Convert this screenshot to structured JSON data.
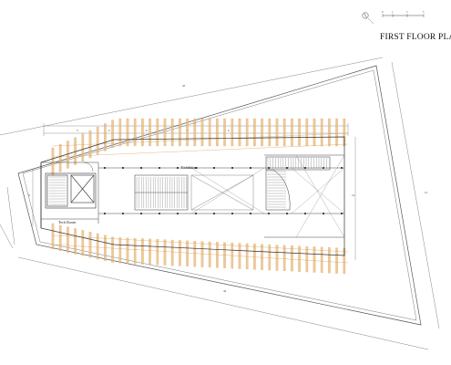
{
  "plan": {
    "title": "FIRST FLOOR PLA",
    "rooms": {
      "exhibition": "Exhibition",
      "tech_room": "Tech Room"
    },
    "scale_bar": [
      "0",
      "1",
      "3",
      "5"
    ],
    "dimensions": {
      "site_top": "45",
      "site_bottom": "44",
      "site_right": "15",
      "building_top": "30",
      "building_right": "14",
      "building_left": "8",
      "seg_a": "5",
      "seg_b": "6",
      "seg_c": "6",
      "seg_d": "6",
      "seg_e": "6"
    },
    "colors": {
      "line": "#4a4a4a",
      "timber": "#e8b878",
      "timber_stroke": "#d49b52",
      "stair": "#777777"
    }
  }
}
